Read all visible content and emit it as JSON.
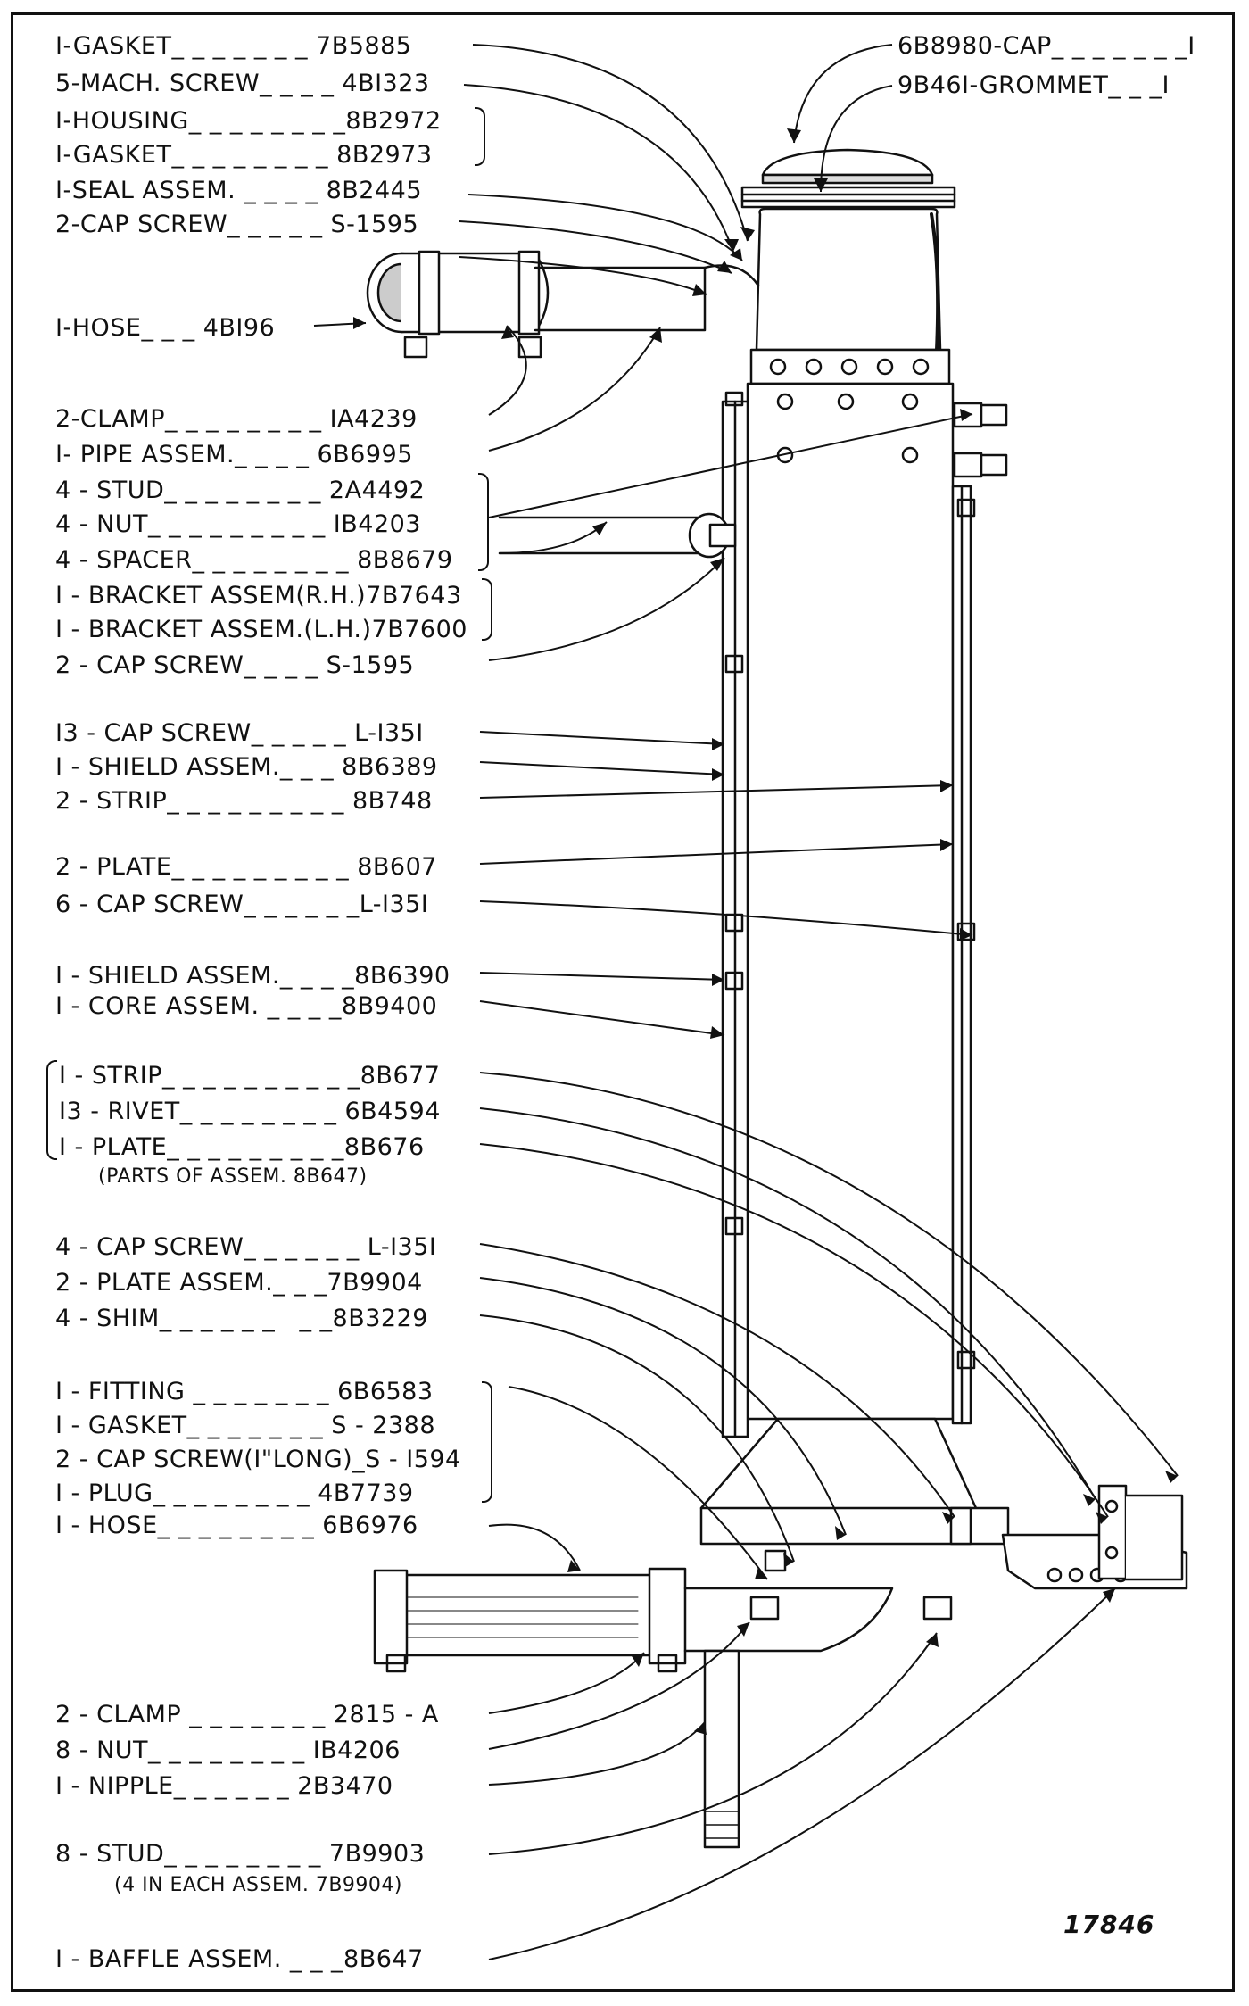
{
  "labels": {
    "gasket_top": "I-GASKET_ _ _ _ _ _ _ 7B5885",
    "mach_screw": "5-MACH. SCREW_ _ _ _ 4BI323",
    "housing": "I-HOUSING_ _ _ _ _ _ _ _8B2972",
    "gasket_2": "I-GASKET_ _ _ _ _ _ _ _ 8B2973",
    "seal_assem": "I-SEAL ASSEM. _ _ _ _ 8B2445",
    "cap_screw_1": "2-CAP SCREW_ _ _ _ _ S-1595",
    "hose_top": "I-HOSE_ _ _ 4BI96",
    "clamp_top": "2-CLAMP_ _ _ _ _ _ _ _ IA4239",
    "pipe_assem": "I- PIPE ASSEM._ _ _ _ 6B6995",
    "stud_4": "4 - STUD_ _ _ _ _ _ _ _ 2A4492",
    "nut_4": "4 - NUT_ _ _ _ _ _ _ _ _ IB4203",
    "spacer_4": "4 - SPACER_ _ _ _ _ _ _ _ 8B8679",
    "bracket_rh": "I - BRACKET ASSEM(R.H.)7B7643",
    "bracket_lh": "I - BRACKET ASSEM.(L.H.)7B7600",
    "cap_screw_2": "2 - CAP SCREW_ _ _ _ S-1595",
    "cap_screw_13": "I3 - CAP SCREW_ _ _ _ _ L-I35I",
    "shield_1": "I - SHIELD ASSEM._ _ _ 8B6389",
    "strip_2": "2 - STRIP_ _ _ _ _ _ _ _ _ 8B748",
    "plate_2": "2 - PLATE_ _ _ _ _ _ _ _ _ 8B607",
    "cap_screw_6": "6 - CAP SCREW_ _ _ _ _ _L-I35I",
    "shield_2": "I - SHIELD ASSEM._ _ _ _8B6390",
    "core_assem": "I - CORE ASSEM. _ _ _ _8B9400",
    "strip_1": "I - STRIP_ _ _ _ _ _ _ _ _ _8B677",
    "rivet_13": "I3 - RIVET_ _ _ _ _ _ _ _ 6B4594",
    "plate_1": "I - PLATE_ _ _ _ _ _ _ _ _8B676",
    "parts_note": "(PARTS OF ASSEM. 8B647)",
    "cap_screw_4": "4 - CAP SCREW_ _ _ _ _ _ L-I35I",
    "plate_assem": "2 - PLATE ASSEM._ _ _7B9904",
    "shim": "4 - SHIM_ _ _ _ _ _   _ _8B3229",
    "fitting": "I - FITTING _ _ _ _ _ _ _ 6B6583",
    "gasket_3": "I - GASKET_ _ _ _ _ _ _ S - 2388",
    "cap_screw_long": "2 - CAP SCREW(I\"LONG)_S - I594",
    "plug": "I - PLUG_ _ _ _ _ _ _ _ 4B7739",
    "hose_bottom": "I - HOSE_ _ _ _ _ _ _ _ 6B6976",
    "clamp_bottom": "2 - CLAMP _ _ _ _ _ _ _ 2815 - A",
    "nut_8": "8 - NUT_ _ _ _ _ _ _ _ IB4206",
    "nipple": "I - NIPPLE_ _ _ _ _ _ 2B3470",
    "stud_8": "8 - STUD_ _ _ _ _ _ _ _ 7B9903",
    "stud_note": "(4 IN EACH ASSEM. 7B9904)",
    "baffle": "I - BAFFLE ASSEM. _ _ _8B647",
    "cap_top": "6B8980-CAP_ _ _ _ _ _ _I",
    "grommet": "9B46I-GROMMET_ _ _I"
  },
  "figure_number": "17846"
}
